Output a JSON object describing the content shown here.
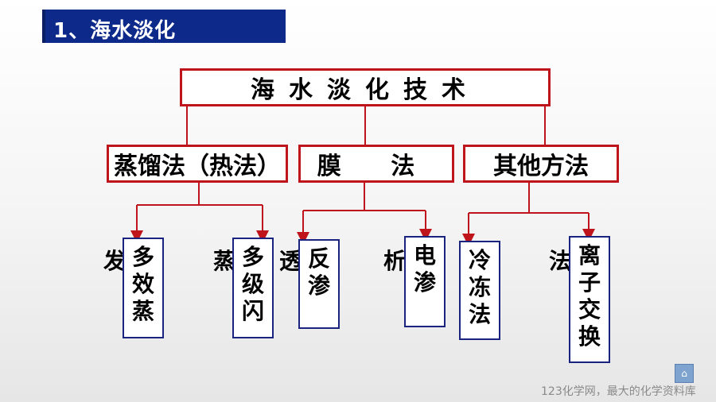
{
  "title": "1、海水淡化",
  "diagram": {
    "root": "海水淡化技术",
    "categories": [
      {
        "label": "蒸馏法（热法）"
      },
      {
        "label": "膜 法"
      },
      {
        "label": "其他方法"
      }
    ],
    "methods": [
      {
        "prefix": "发",
        "chars": "多效蒸"
      },
      {
        "prefix": "蒸",
        "chars": "多级闪"
      },
      {
        "prefix": "透",
        "chars": "反渗"
      },
      {
        "prefix": "析",
        "chars": "电渗"
      },
      {
        "prefix": "",
        "chars": "冷冻法"
      },
      {
        "prefix": "法",
        "chars": "离子交换"
      }
    ],
    "colors": {
      "box_border": "#c0141c",
      "leaf_border": "#1a237e",
      "title_bg": "#0d2a8a"
    }
  },
  "footer": {
    "text": "123化学网，最大的化学资料库",
    "icon": "house-icon"
  }
}
